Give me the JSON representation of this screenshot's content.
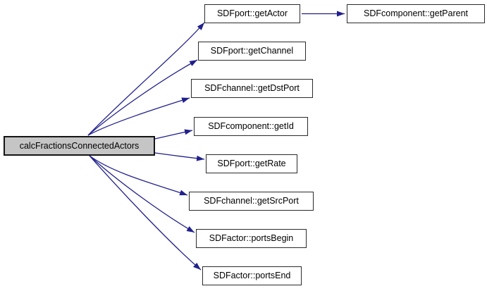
{
  "diagram": {
    "type": "call-graph",
    "background_color": "#ffffff",
    "edge_color": "#20208c",
    "root_fill_color": "#c5c5c5",
    "node_fill_color": "#ffffff",
    "node_border_color": "#2b2b2b",
    "nodes": {
      "root": "calcFractionsConnectedActors",
      "get_actor": "SDFport::getActor",
      "get_channel": "SDFport::getChannel",
      "get_dst_port": "SDFchannel::getDstPort",
      "get_id": "SDFcomponent::getId",
      "get_rate": "SDFport::getRate",
      "get_src_port": "SDFchannel::getSrcPort",
      "ports_begin": "SDFactor::portsBegin",
      "ports_end": "SDFactor::portsEnd",
      "get_parent": "SDFcomponent::getParent"
    },
    "edges": [
      {
        "from": "calcFractionsConnectedActors",
        "to": "SDFport::getActor"
      },
      {
        "from": "calcFractionsConnectedActors",
        "to": "SDFport::getChannel"
      },
      {
        "from": "calcFractionsConnectedActors",
        "to": "SDFchannel::getDstPort"
      },
      {
        "from": "calcFractionsConnectedActors",
        "to": "SDFcomponent::getId"
      },
      {
        "from": "calcFractionsConnectedActors",
        "to": "SDFport::getRate"
      },
      {
        "from": "calcFractionsConnectedActors",
        "to": "SDFchannel::getSrcPort"
      },
      {
        "from": "calcFractionsConnectedActors",
        "to": "SDFactor::portsBegin"
      },
      {
        "from": "calcFractionsConnectedActors",
        "to": "SDFactor::portsEnd"
      },
      {
        "from": "SDFport::getActor",
        "to": "SDFcomponent::getParent"
      }
    ]
  }
}
